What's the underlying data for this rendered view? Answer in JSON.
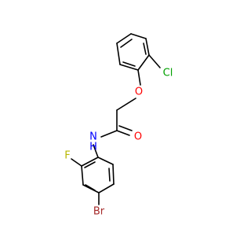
{
  "molecule": {
    "atoms": {
      "cl": {
        "label": "Cl",
        "color": "#00a000"
      },
      "o_ether": {
        "label": "O",
        "color": "#ff0000"
      },
      "o_carbonyl": {
        "label": "O",
        "color": "#ff0000"
      },
      "n": {
        "label": "N",
        "color": "#0000ff"
      },
      "h": {
        "label": "H",
        "color": "#0000ff"
      },
      "f": {
        "label": "F",
        "color": "#b8b800"
      },
      "br": {
        "label": "Br",
        "color": "#a52a2a"
      }
    }
  }
}
